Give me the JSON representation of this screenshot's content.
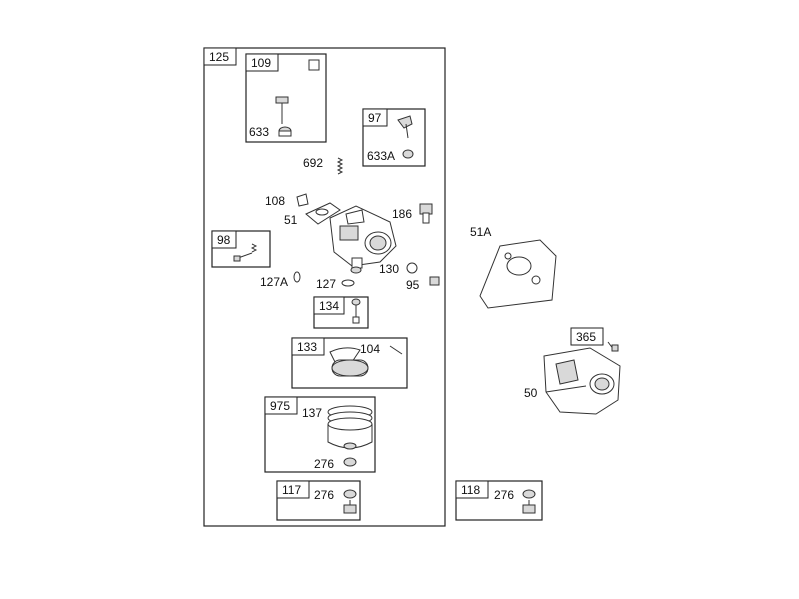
{
  "diagram": {
    "accent_color": "#e08a2a",
    "assembly_label": "125",
    "boxes": {
      "b109": "109",
      "b97": "97",
      "b98": "98",
      "b134": "134",
      "b133": "133",
      "b975": "975",
      "b117": "117",
      "b118": "118",
      "b365": "365"
    },
    "parts": {
      "p633": "633",
      "p633A": "633A",
      "p692": "692",
      "p108": "108",
      "p51": "51",
      "p186": "186",
      "p127A": "127A",
      "p127": "127",
      "p130": "130",
      "p95": "95",
      "p104": "104",
      "p137": "137",
      "p276a": "276",
      "p276b": "276",
      "p276c": "276",
      "p51A": "51A",
      "p50": "50"
    }
  }
}
